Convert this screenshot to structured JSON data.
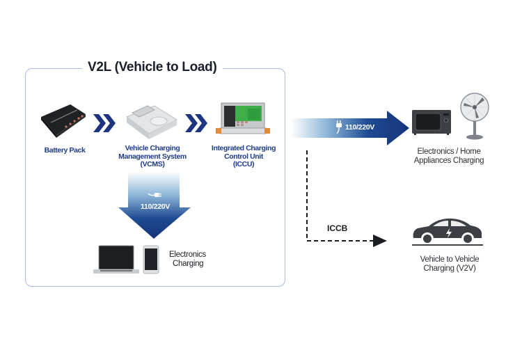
{
  "title": "V2L (Vehicle to Load)",
  "components": [
    {
      "name": "Battery Pack",
      "lines": [
        "Battery Pack"
      ]
    },
    {
      "name": "Vehicle Charging Management System (VCMS)",
      "lines": [
        "Vehicle Charging",
        "Management System",
        "(VCMS)"
      ]
    },
    {
      "name": "Integrated Charging Control Unit (ICCU)",
      "lines": [
        "Integrated Charging",
        "Control Unit",
        "(ICCU)"
      ]
    }
  ],
  "down_arrow": {
    "voltage": "110/220V",
    "icon": "plug-icon"
  },
  "right_arrow": {
    "voltage": "110/220V",
    "icon": "plug-icon"
  },
  "electronics": {
    "lines": [
      "Electronics",
      "Charging"
    ],
    "devices": [
      "laptop-icon",
      "smartphone-icon"
    ]
  },
  "home": {
    "lines": [
      "Electronics / Home",
      "Appliances Charging"
    ],
    "devices": [
      "microwave-icon",
      "fan-icon"
    ]
  },
  "dashed_link": {
    "label": "ICCB"
  },
  "v2v": {
    "lines": [
      "Vehicle to Vehicle",
      "Charging (V2V)"
    ],
    "device": "car-icon"
  },
  "colors": {
    "navy": "#1e3480",
    "label_blue": "#1e3b8c",
    "frame": "#a9bbe3",
    "device_gray": "#3c3f44"
  }
}
